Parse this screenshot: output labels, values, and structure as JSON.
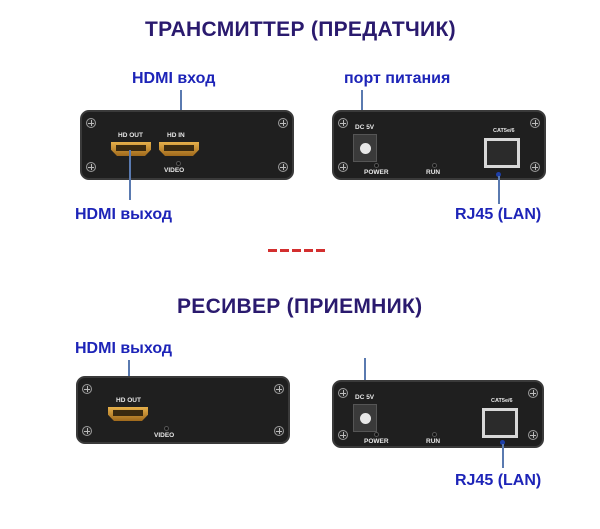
{
  "transmitter": {
    "title": "ТРАНСМИТТЕР (ПРЕДАТЧИК)",
    "label_hdmi_in": "HDMI вход",
    "label_hdmi_out": "HDMI выход",
    "label_power_port": "порт питания",
    "label_rj45": "RJ45 (LAN)",
    "front_panel": {
      "port_hd_out": "HD  OUT",
      "port_hd_in": "HD  IN",
      "led_video": "VIDEO"
    },
    "rear_panel": {
      "port_dc": "DC 5V",
      "led_power": "POWER",
      "led_run": "RUN",
      "port_cat": "CAT5e/6"
    }
  },
  "separator": {
    "color": "#d32f2f",
    "dashes": 5
  },
  "receiver": {
    "title": "РЕСИВЕР (ПРИЕМНИК)",
    "label_hdmi_out": "HDMI выход",
    "label_rj45": "RJ45 (LAN)",
    "front_panel": {
      "port_hd_out": "HD  OUT",
      "led_video": "VIDEO"
    },
    "rear_panel": {
      "port_dc": "DC 5V",
      "led_power": "POWER",
      "led_run": "RUN",
      "port_cat": "CAT5e/6"
    }
  },
  "colors": {
    "title": "#2a1a6e",
    "label": "#1d24b8",
    "panel": "#1f1f1f",
    "connector_line": "#5a7ab0"
  }
}
